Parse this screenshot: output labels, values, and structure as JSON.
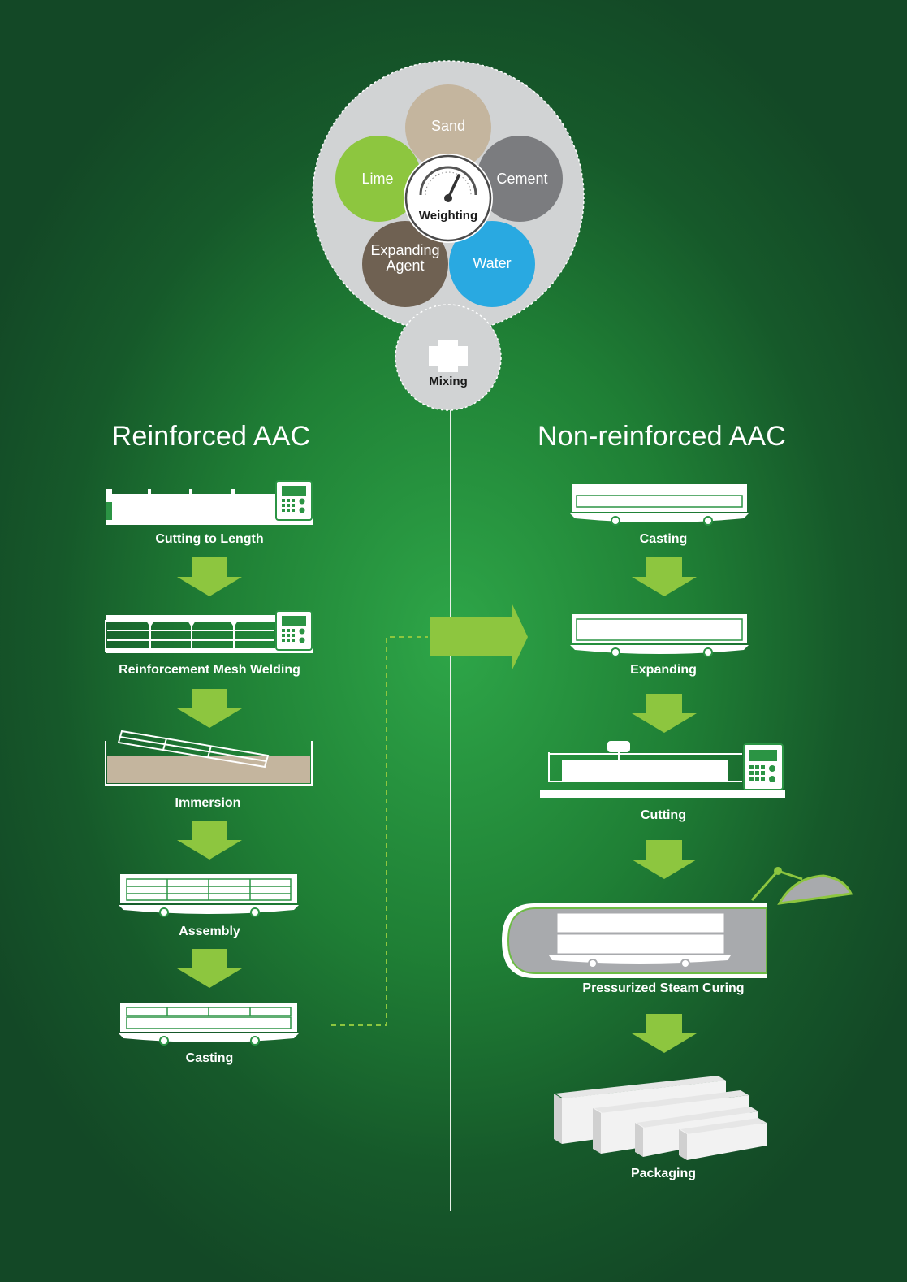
{
  "ingredients": {
    "sand": "Sand",
    "lime": "Lime",
    "cement": "Cement",
    "expanding_agent_line1": "Expanding",
    "expanding_agent_line2": "Agent",
    "water": "Water",
    "center": "Weighting"
  },
  "mixing": {
    "label": "Mixing"
  },
  "left": {
    "title": "Reinforced AAC",
    "steps": [
      "Cutting to Length",
      "Reinforcement Mesh Welding",
      "Immersion",
      "Assembly",
      "Casting"
    ]
  },
  "right": {
    "title": "Non-reinforced AAC",
    "steps": [
      "Casting",
      "Expanding",
      "Cutting",
      "Pressurized Steam Curing",
      "Packaging"
    ]
  },
  "colors": {
    "arrow_green": "#8dc63f",
    "sand": "#c4b59e",
    "lime": "#8dc63f",
    "cement": "#7b7c7f",
    "expanding_agent": "#6f6152",
    "water": "#29a9e1",
    "immersion_fill": "#c4b59e"
  }
}
